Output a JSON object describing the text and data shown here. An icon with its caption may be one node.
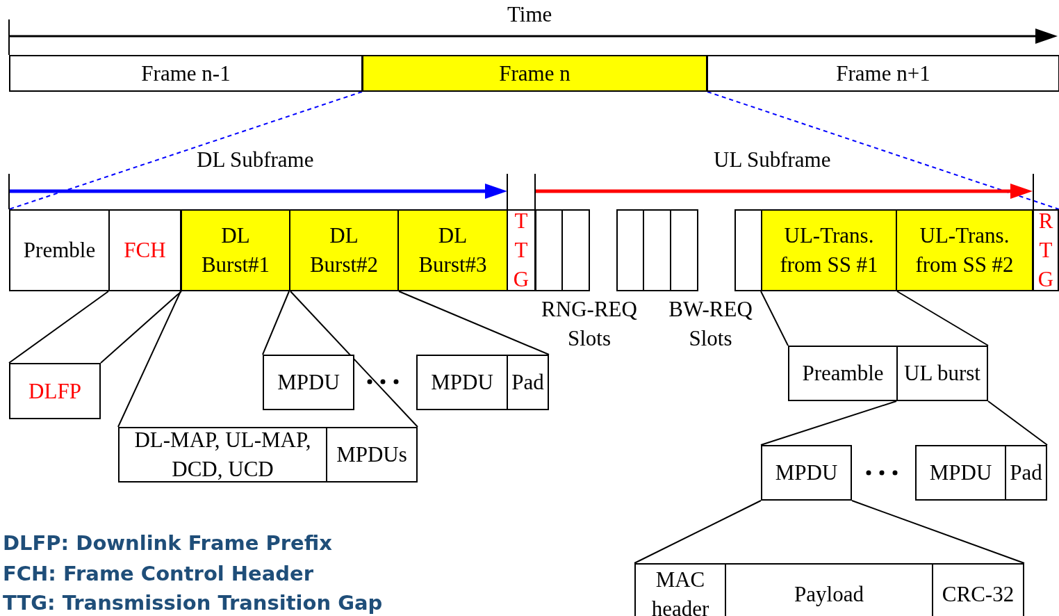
{
  "diagram": {
    "nodes": [
      {
        "text": [
          "Frame n-1"
        ]
      },
      {
        "text": [
          "Frame n"
        ]
      },
      {
        "text": [
          "Frame n+1"
        ]
      },
      {
        "text": [
          "Premble"
        ]
      },
      {
        "text": [
          "FCH"
        ]
      },
      {
        "text": [
          "DL Burst#1"
        ]
      },
      {
        "text": [
          "DL Burst#2"
        ]
      },
      {
        "text": [
          "DL Burst#3"
        ]
      },
      {
        "text": [
          "T T G"
        ]
      },
      {
        "text": [],
        "shape": "box"
      },
      {
        "text": [],
        "shape": "box"
      },
      {
        "text": [],
        "shape": "box"
      },
      {
        "text": [],
        "shape": "box"
      },
      {
        "text": [],
        "shape": "box"
      },
      {
        "text": [],
        "shape": "box"
      },
      {
        "text": [
          "UL-Trans. from SS #1"
        ]
      },
      {
        "text": [
          "UL-Trans. from SS #2"
        ]
      },
      {
        "text": [
          "R T G"
        ]
      },
      {
        "text": [
          "DLFP"
        ]
      },
      {
        "text": [
          "MPDU"
        ]
      },
      {
        "text": [
          "MPDU"
        ]
      },
      {
        "text": [
          "Pad"
        ]
      },
      {
        "text": [
          "DL-MAP, UL-MAP, DCD, UCD"
        ]
      },
      {
        "text": [
          "MPDUs"
        ]
      },
      {
        "text": [
          "Preamble"
        ]
      },
      {
        "text": [
          "UL burst"
        ]
      },
      {
        "text": [
          "MPDU"
        ]
      },
      {
        "text": [
          "MPDU"
        ]
      },
      {
        "text": [
          "Pad"
        ]
      },
      {
        "text": [
          "MAC header"
        ]
      },
      {
        "text": [
          "Payload"
        ]
      },
      {
        "text": [
          "CRC-32"
        ]
      }
    ],
    "edges": [
      {
        "from": 1,
        "to": 3,
        "arrow": "none",
        "style": "dashed",
        "color": "#0000ff"
      },
      {
        "from": 1,
        "to": 17,
        "arrow": "none",
        "style": "dashed",
        "color": "#0000ff"
      },
      {
        "from": 4,
        "to": 18,
        "arrow": "none"
      },
      {
        "from": 4,
        "to": 18,
        "arrow": "none"
      },
      {
        "from": 5,
        "to": 22,
        "arrow": "none"
      },
      {
        "from": 5,
        "to": 23,
        "arrow": "none"
      },
      {
        "from": 6,
        "to": 19,
        "arrow": "none"
      },
      {
        "from": 6,
        "to": 21,
        "arrow": "none"
      },
      {
        "from": 15,
        "to": 24,
        "arrow": "none"
      },
      {
        "from": 15,
        "to": 25,
        "arrow": "none"
      },
      {
        "from": 25,
        "to": 26,
        "arrow": "none"
      },
      {
        "from": 25,
        "to": 28,
        "arrow": "none"
      },
      {
        "from": 26,
        "to": 29,
        "arrow": "none"
      },
      {
        "from": 26,
        "to": 31,
        "arrow": "none"
      }
    ],
    "labels": [
      "Time",
      "DL Subframe",
      "UL Subframe",
      "RNG-REQ Slots",
      "BW-REQ Slots",
      "DLFP: Downlink Frame Prefix",
      "FCH: Frame Control Header",
      "TTG: Transmission Transition Gap"
    ]
  }
}
